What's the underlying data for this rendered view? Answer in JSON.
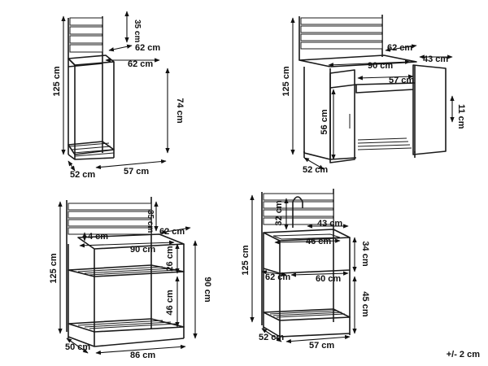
{
  "units": [
    {
      "id": "top-left",
      "dimensions": {
        "height": "125 cm",
        "backrest": "35 cm",
        "top_depth": "62 cm",
        "top_width": "62 cm",
        "leg_height": "74 cm",
        "depth": "52 cm",
        "width": "57 cm"
      }
    },
    {
      "id": "top-right",
      "dimensions": {
        "height": "125 cm",
        "top_depth": "62 cm",
        "top_width": "90 cm",
        "door_width": "43 cm",
        "inner_width": "57 cm",
        "body_height": "56 cm",
        "leg_height": "11 cm",
        "depth": "52 cm"
      }
    },
    {
      "id": "bottom-left",
      "dimensions": {
        "height": "125 cm",
        "backrest": "35 cm",
        "top_depth": "62 cm",
        "lip": "4 cm",
        "top_width": "90 cm",
        "shelf_gap": "26 cm",
        "lower_gap": "46 cm",
        "counter_height": "90 cm",
        "depth": "50 cm",
        "width": "86 cm"
      }
    },
    {
      "id": "bottom-right",
      "dimensions": {
        "height": "125 cm",
        "faucet": "32 cm",
        "basin_width": "43 cm",
        "sink_width": "46 cm",
        "top_depth": "62 cm",
        "frame_width": "60 cm",
        "upper_height": "34 cm",
        "lower_height": "45 cm",
        "depth": "52 cm",
        "width": "57 cm"
      }
    }
  ],
  "tolerance_note": "+/- 2 cm"
}
